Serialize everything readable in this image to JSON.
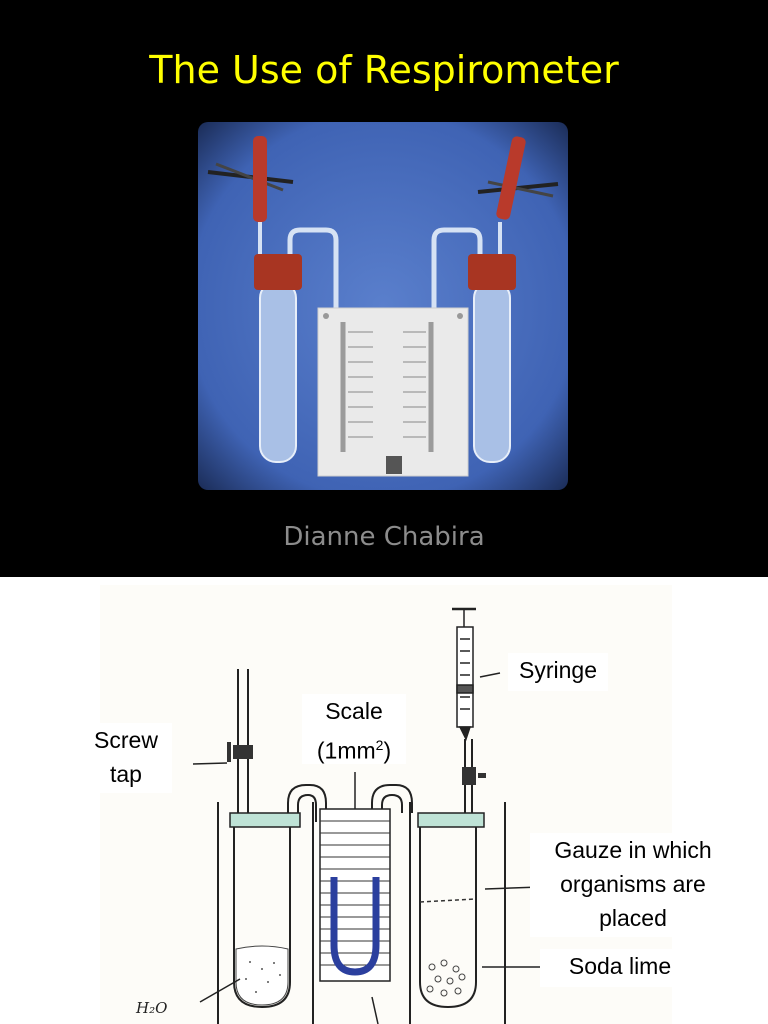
{
  "slide1": {
    "title": "The Use of Respirometer",
    "author": "Dianne Chabira",
    "photo_icon": "respirometer-photo"
  },
  "slide2": {
    "labels": {
      "syringe": "Syringe",
      "scale_line1": "Scale",
      "scale_line2_pre": "(1mm",
      "scale_sup": "2",
      "scale_line2_post": ")",
      "screw_line1": "Screw",
      "screw_line2": "tap",
      "gauze_line1": "Gauze in which",
      "gauze_line2": "organisms are",
      "gauze_line3": "placed",
      "soda": "Soda lime",
      "h2o": "H₂O"
    }
  }
}
